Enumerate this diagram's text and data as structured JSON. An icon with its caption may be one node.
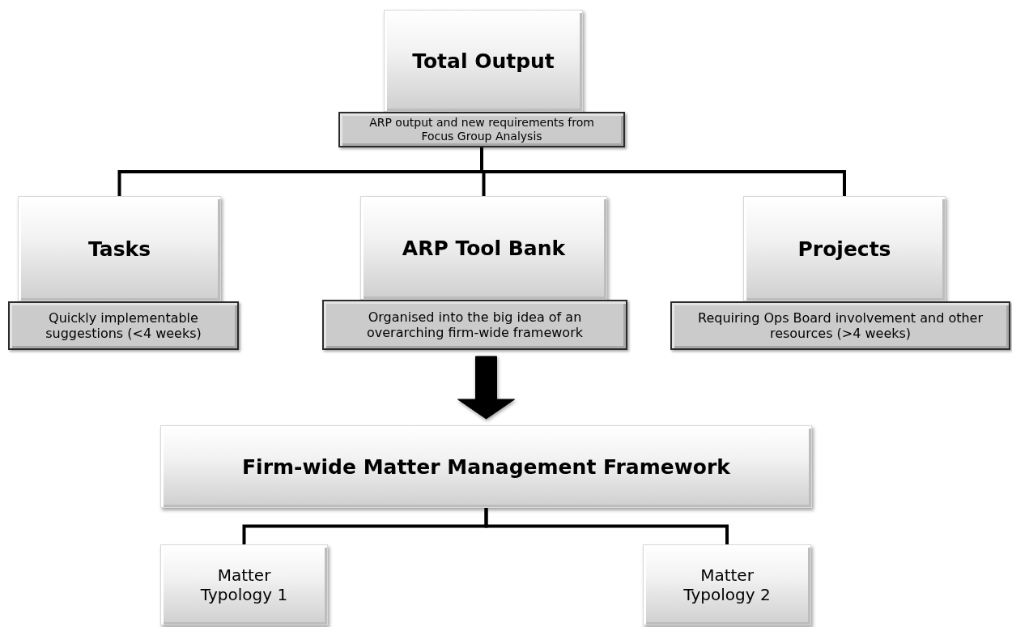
{
  "diagram": {
    "nodes": [
      {
        "text": [
          "Total Output"
        ]
      },
      {
        "text": [
          "ARP output and new requirements from Focus Group Analysis"
        ]
      },
      {
        "text": [
          "Tasks"
        ]
      },
      {
        "text": [
          "Quickly implementable suggestions (<4 weeks)"
        ]
      },
      {
        "text": [
          "ARP Tool Bank"
        ]
      },
      {
        "text": [
          "Organised into the big idea of an overarching firm-wide framework"
        ]
      },
      {
        "text": [
          "Projects"
        ]
      },
      {
        "text": [
          "Requiring Ops Board involvement and other resources (>4 weeks)"
        ]
      },
      {
        "text": [
          "Firm-wide Matter Management Framework"
        ]
      },
      {
        "text": [
          "Matter Typology 1"
        ]
      },
      {
        "text": [
          "Matter Typology 2"
        ]
      }
    ],
    "edges": [
      {
        "from": 1,
        "to": 2,
        "arrow": "none"
      },
      {
        "from": 1,
        "to": 4,
        "arrow": "none"
      },
      {
        "from": 1,
        "to": 6,
        "arrow": "none"
      },
      {
        "from": 5,
        "to": 8,
        "arrow": "to",
        "style": "thick"
      },
      {
        "from": 8,
        "to": 9,
        "arrow": "none"
      },
      {
        "from": 8,
        "to": 10,
        "arrow": "none"
      }
    ]
  }
}
